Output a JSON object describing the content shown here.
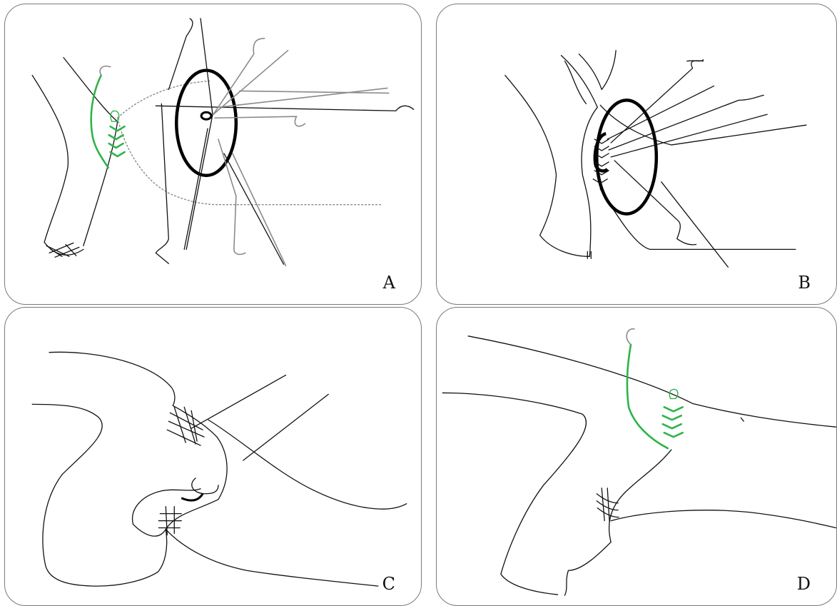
{
  "panels": [
    {
      "label": "A"
    },
    {
      "label": "B"
    },
    {
      "label": "C"
    },
    {
      "label": "D"
    }
  ],
  "colors": {
    "outline": "#111111",
    "suture_green": "#2db34a",
    "instrument_grey": "#8a8a8a",
    "panel_border": "#7a7a7a"
  }
}
